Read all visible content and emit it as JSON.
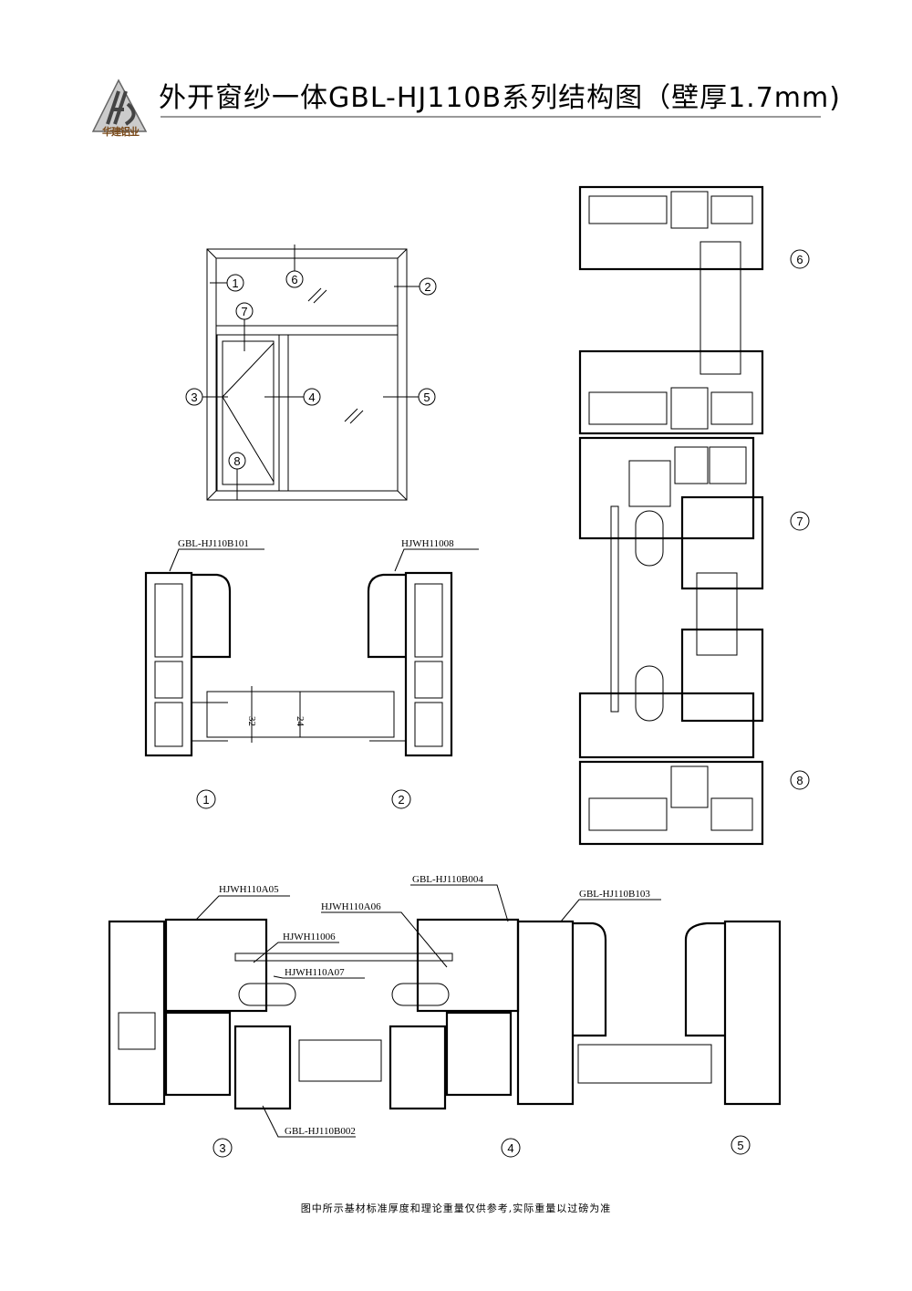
{
  "header": {
    "title": "外开窗纱一体GBL-HJ110B系列结构图（壁厚1.7mm)",
    "logo_text": "华建铝业"
  },
  "elevation": {
    "callouts": [
      "1",
      "2",
      "3",
      "4",
      "5",
      "6",
      "7",
      "8"
    ]
  },
  "sections": {
    "s1": {
      "part": "GBL-HJ110B101",
      "number": "1",
      "dim_a": "32",
      "dim_b": "24"
    },
    "s2": {
      "part": "HJWH11008",
      "number": "2"
    },
    "bottom": {
      "parts": [
        "HJWH110A05",
        "GBL-HJ110B004",
        "GBL-HJ110B103",
        "HJWH110A06",
        "HJWH11006",
        "HJWH110A07",
        "GBL-HJ110B002"
      ],
      "numbers": [
        "3",
        "4",
        "5"
      ]
    },
    "right": {
      "numbers": [
        "6",
        "7",
        "8"
      ]
    }
  },
  "footer": {
    "note": "图中所示基材标准厚度和理论重量仅供参考,实际重量以过磅为准"
  }
}
